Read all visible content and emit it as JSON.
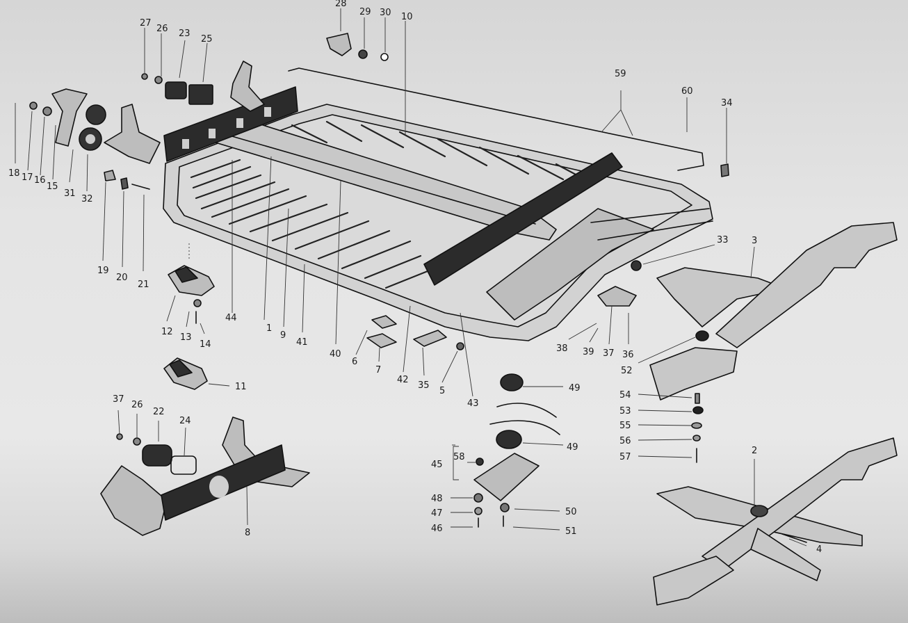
{
  "diagram": {
    "labels": [
      {
        "id": "l1",
        "text": "1"
      },
      {
        "id": "l2",
        "text": "2"
      },
      {
        "id": "l3",
        "text": "3"
      },
      {
        "id": "l4",
        "text": "4"
      },
      {
        "id": "l5",
        "text": "5"
      },
      {
        "id": "l6",
        "text": "6"
      },
      {
        "id": "l7",
        "text": "7"
      },
      {
        "id": "l8",
        "text": "8"
      },
      {
        "id": "l9",
        "text": "9"
      },
      {
        "id": "l10",
        "text": "10"
      },
      {
        "id": "l11",
        "text": "11"
      },
      {
        "id": "l12",
        "text": "12"
      },
      {
        "id": "l13",
        "text": "13"
      },
      {
        "id": "l14",
        "text": "14"
      },
      {
        "id": "l15",
        "text": "15"
      },
      {
        "id": "l16",
        "text": "16"
      },
      {
        "id": "l17",
        "text": "17"
      },
      {
        "id": "l18",
        "text": "18"
      },
      {
        "id": "l19",
        "text": "19"
      },
      {
        "id": "l20",
        "text": "20"
      },
      {
        "id": "l21",
        "text": "21"
      },
      {
        "id": "l22",
        "text": "22"
      },
      {
        "id": "l23",
        "text": "23"
      },
      {
        "id": "l24",
        "text": "24"
      },
      {
        "id": "l25",
        "text": "25"
      },
      {
        "id": "l26a",
        "text": "26"
      },
      {
        "id": "l26b",
        "text": "26"
      },
      {
        "id": "l27",
        "text": "27"
      },
      {
        "id": "l28",
        "text": "28"
      },
      {
        "id": "l29",
        "text": "29"
      },
      {
        "id": "l30",
        "text": "30"
      },
      {
        "id": "l31",
        "text": "31"
      },
      {
        "id": "l32",
        "text": "32"
      },
      {
        "id": "l33",
        "text": "33"
      },
      {
        "id": "l34",
        "text": "34"
      },
      {
        "id": "l35",
        "text": "35"
      },
      {
        "id": "l36",
        "text": "36"
      },
      {
        "id": "l37a",
        "text": "37"
      },
      {
        "id": "l37b",
        "text": "37"
      },
      {
        "id": "l38",
        "text": "38"
      },
      {
        "id": "l39",
        "text": "39"
      },
      {
        "id": "l40",
        "text": "40"
      },
      {
        "id": "l41",
        "text": "41"
      },
      {
        "id": "l42",
        "text": "42"
      },
      {
        "id": "l43",
        "text": "43"
      },
      {
        "id": "l44",
        "text": "44"
      },
      {
        "id": "l45",
        "text": "45"
      },
      {
        "id": "l46",
        "text": "46"
      },
      {
        "id": "l47",
        "text": "47"
      },
      {
        "id": "l48",
        "text": "48"
      },
      {
        "id": "l49a",
        "text": "49"
      },
      {
        "id": "l49b",
        "text": "49"
      },
      {
        "id": "l50",
        "text": "50"
      },
      {
        "id": "l51",
        "text": "51"
      },
      {
        "id": "l52",
        "text": "52"
      },
      {
        "id": "l53",
        "text": "53"
      },
      {
        "id": "l54",
        "text": "54"
      },
      {
        "id": "l55",
        "text": "55"
      },
      {
        "id": "l56",
        "text": "56"
      },
      {
        "id": "l57",
        "text": "57"
      },
      {
        "id": "l58",
        "text": "58"
      },
      {
        "id": "l59",
        "text": "59"
      },
      {
        "id": "l60",
        "text": "60"
      }
    ]
  },
  "colors": {
    "ink": "#111111",
    "paper": "#e4e4e4",
    "part_fill": "#cfcfcf"
  }
}
